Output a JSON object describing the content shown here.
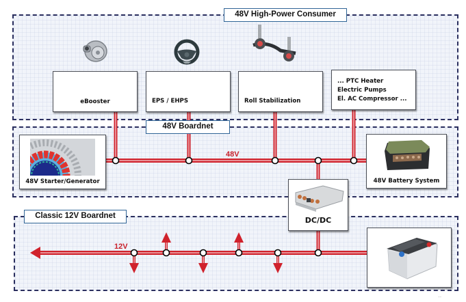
{
  "colors": {
    "bus_red": "#d0222c",
    "zone_border": "#2a2e5e",
    "label_border": "#2f6496",
    "zone_fill": "#f1f4fa"
  },
  "zones": {
    "consumer": {
      "label": "48V High-Power Consumer"
    },
    "boardnet48": {
      "label": "48V Boardnet"
    },
    "boardnet12": {
      "label": "Classic 12V Boardnet"
    }
  },
  "consumers": [
    {
      "label": "eBooster",
      "icon": "ebooster-icon"
    },
    {
      "label": "EPS / EHPS",
      "icon": "steering-wheel-icon"
    },
    {
      "label": "Roll Stabilization",
      "icon": "axle-stabilizer-icon"
    },
    {
      "lines": [
        "... PTC Heater",
        "Electric Pumps",
        "El. AC Compressor ..."
      ]
    }
  ],
  "components": {
    "starter_generator": {
      "label": "48V Starter/Generator",
      "icon": "electric-motor-icon"
    },
    "battery48": {
      "label": "48V Battery System",
      "icon": "battery-pack-icon"
    },
    "dcdc": {
      "label": "DC/DC",
      "icon": "converter-icon"
    },
    "battery12": {
      "label": "",
      "icon": "car-battery-icon"
    }
  },
  "buses": {
    "bus48": {
      "voltage_label": "48V"
    },
    "bus12": {
      "voltage_label": "12V"
    }
  },
  "footer_mark": "··"
}
